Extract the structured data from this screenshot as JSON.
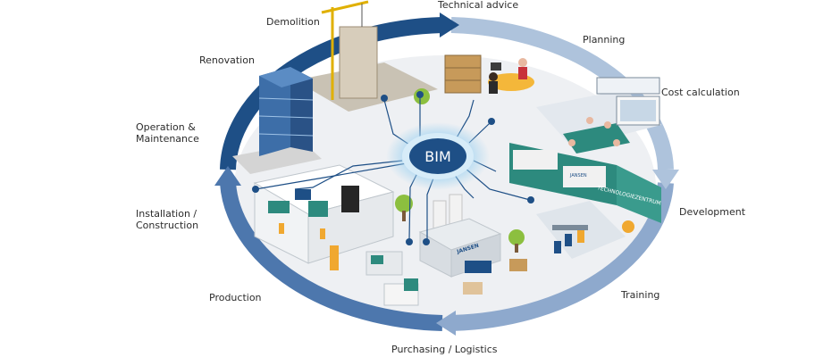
{
  "hub": {
    "label": "BIM"
  },
  "cycle": {
    "stages": [
      {
        "id": "technical-advice",
        "label": "Technical advice"
      },
      {
        "id": "planning",
        "label": "Planning"
      },
      {
        "id": "cost-calculation",
        "label": "Cost calculation"
      },
      {
        "id": "development",
        "label": "Development"
      },
      {
        "id": "training",
        "label": "Training"
      },
      {
        "id": "purchasing-logistics",
        "label": "Purchasing / Logistics"
      },
      {
        "id": "production",
        "label": "Production"
      },
      {
        "id": "installation-construction",
        "label": "Installation / Construction"
      },
      {
        "id": "operation-maintenance",
        "label": "Operation & Maintenance"
      },
      {
        "id": "renovation",
        "label": "Renovation"
      },
      {
        "id": "demolition",
        "label": "Demolition"
      }
    ]
  },
  "illustration": {
    "signs": {
      "factory_sign": "JANSEN",
      "wall_sign": "JANSEN",
      "centre_sign": "TECHNOLOGIEZENTRUM"
    }
  },
  "colors": {
    "ring_dark": "#1e4f86",
    "ring_mid": "#4d77ad",
    "ring_light": "#b7c9df",
    "hub_fill": "#1e4f86",
    "hub_glow": "#9ed2f1",
    "connector": "#1e4f86"
  }
}
